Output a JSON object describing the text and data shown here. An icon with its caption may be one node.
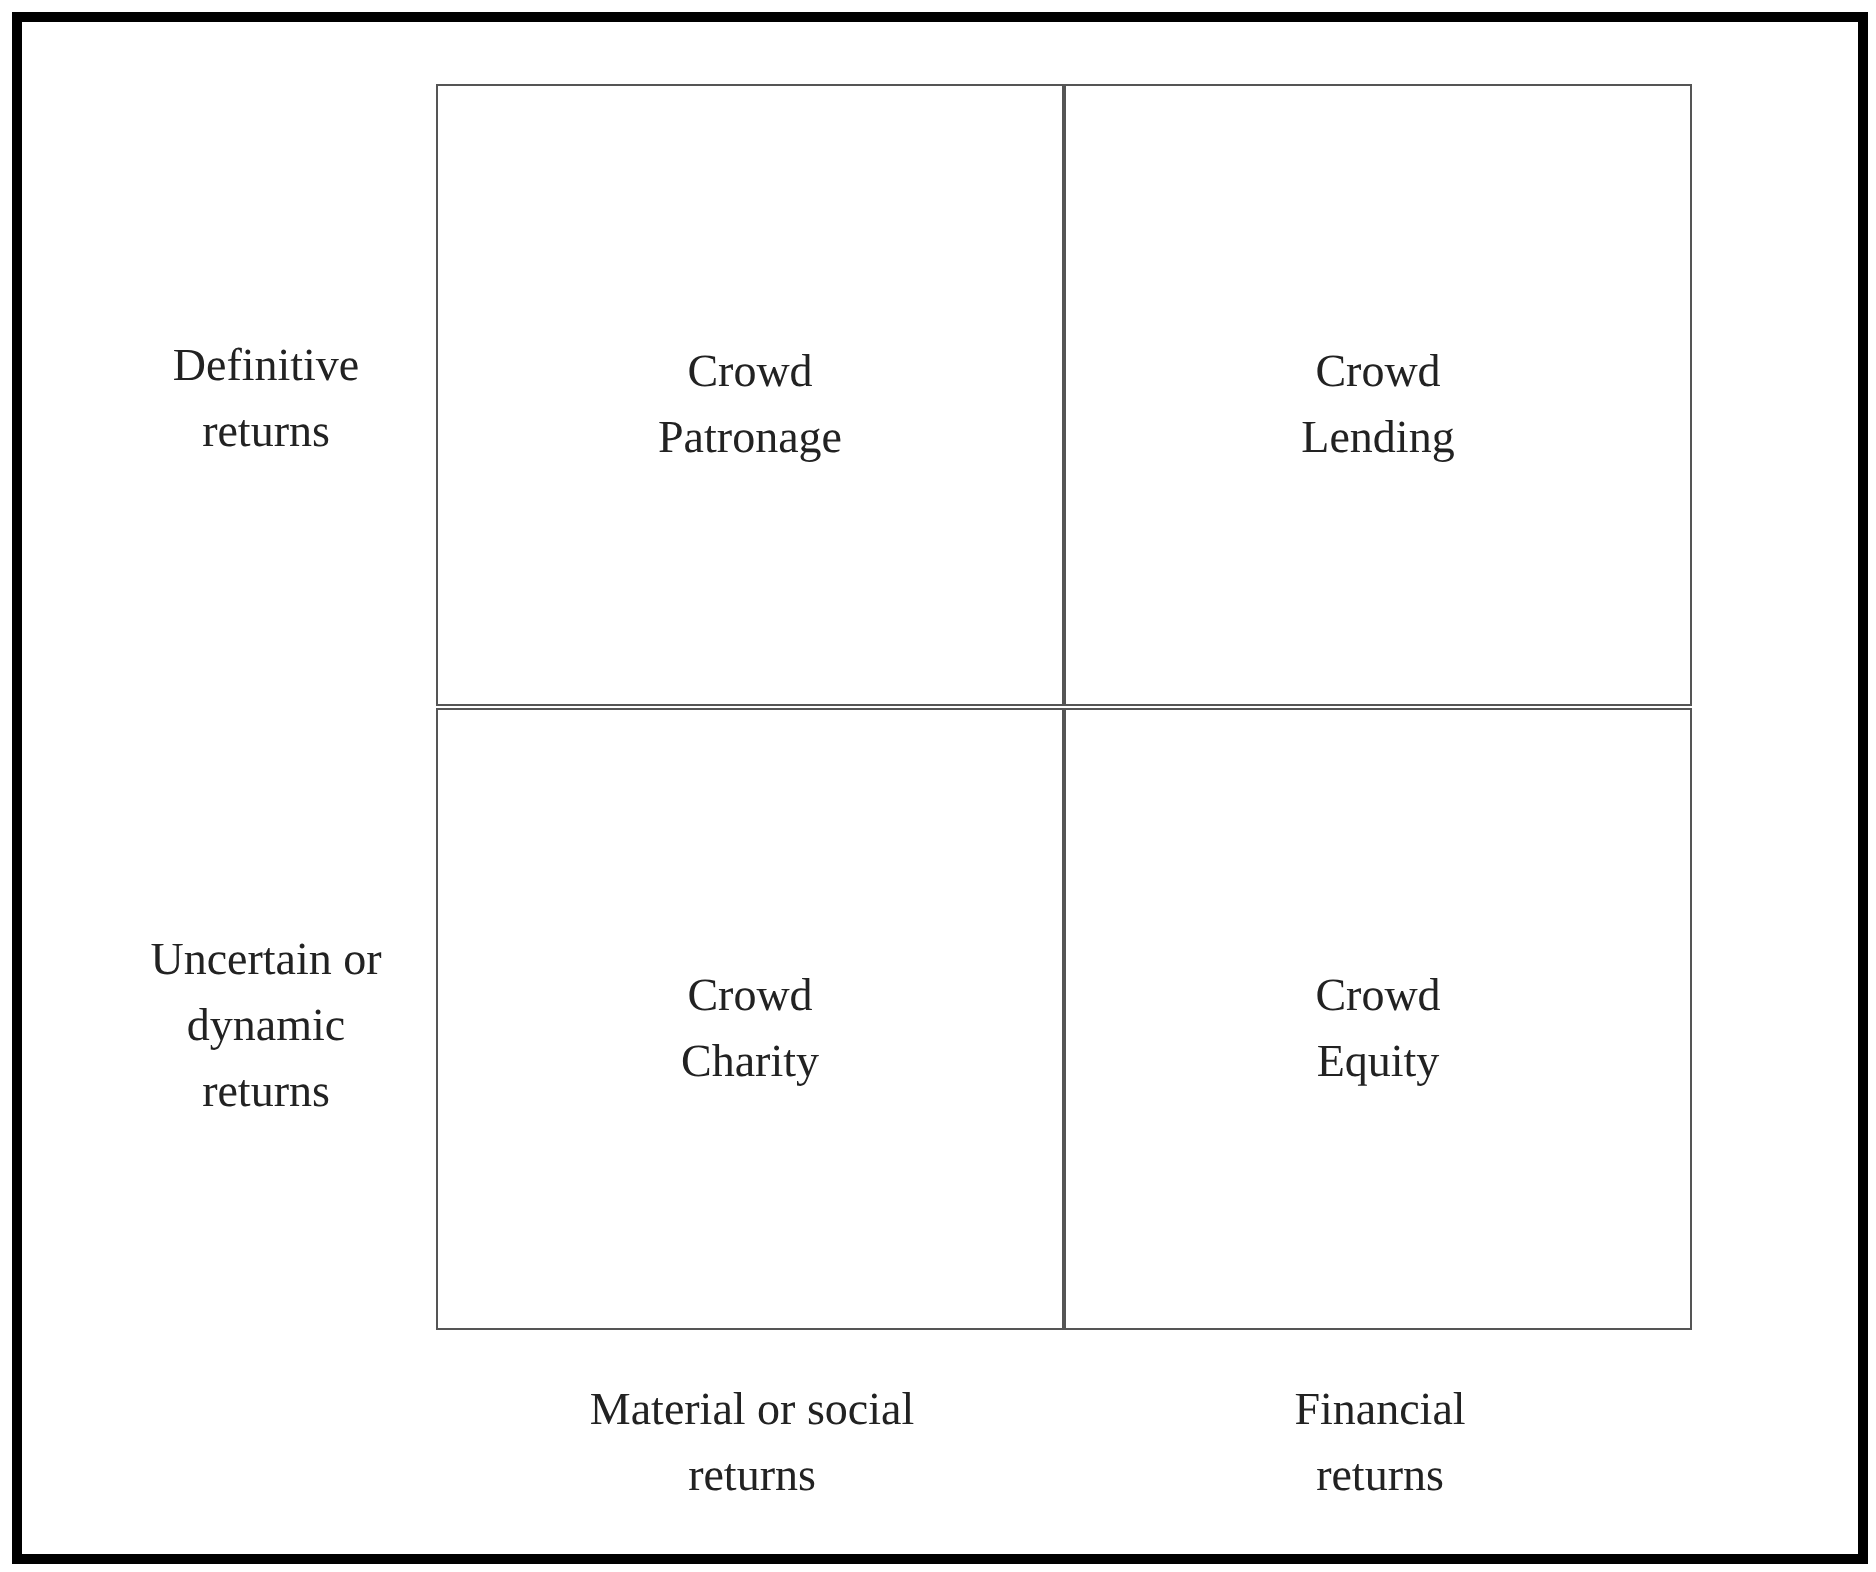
{
  "diagram": {
    "nodes": [
      {
        "text": [
          "Crowd Patronage"
        ]
      },
      {
        "text": [
          "Crowd Lending"
        ]
      },
      {
        "text": [
          "Crowd Charity"
        ]
      },
      {
        "text": [
          "Crowd Equity"
        ]
      }
    ],
    "labels": [
      "Definitive returns",
      "Uncertain or dynamic returns",
      "Material or social returns",
      "Financial returns"
    ]
  }
}
